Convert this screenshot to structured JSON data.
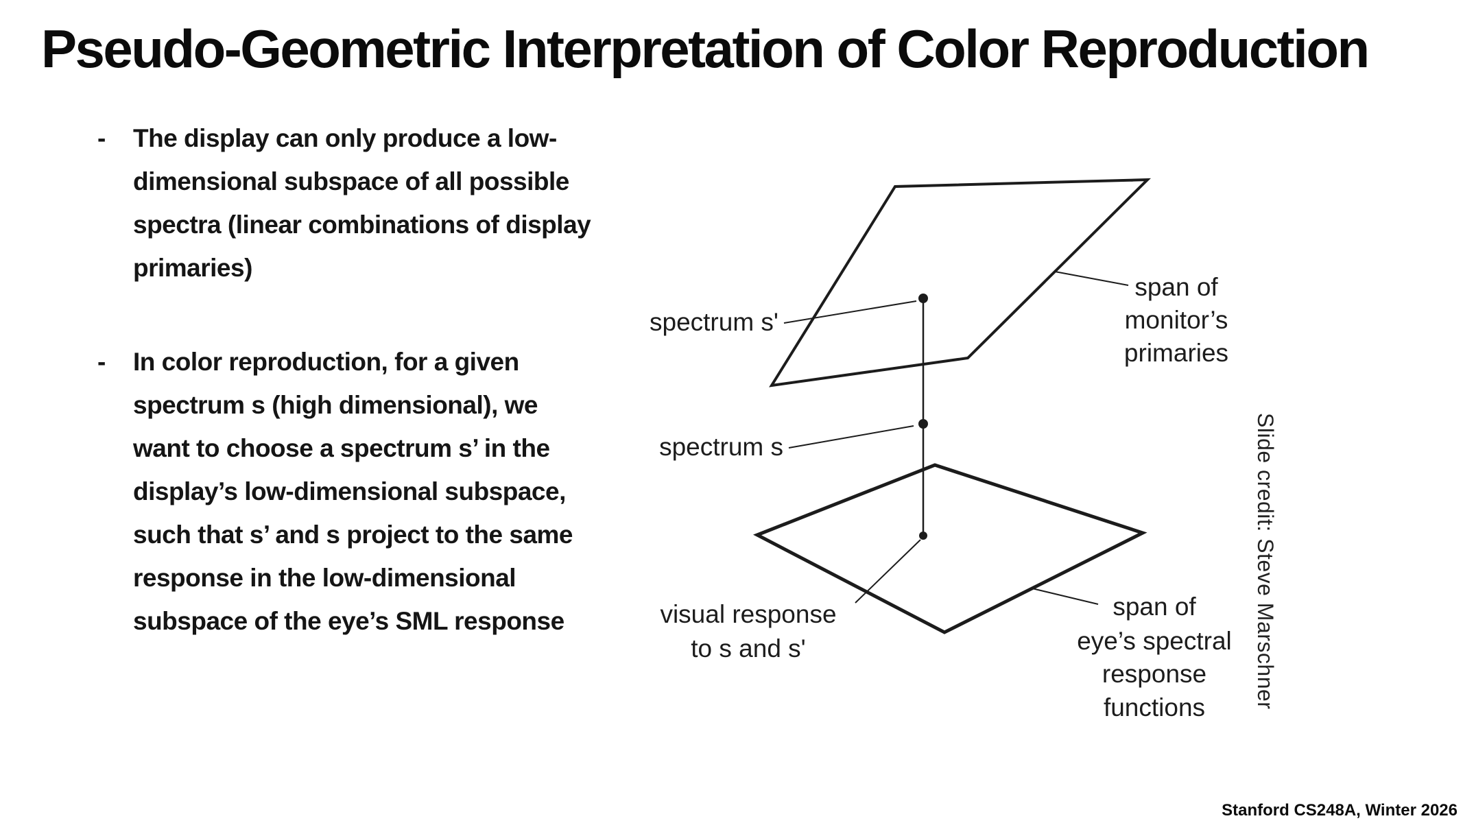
{
  "slide": {
    "title": "Pseudo-Geometric Interpretation of Color Reproduction",
    "bullet_marker": "-",
    "bullets": [
      "The display can only produce a low-dimensional subspace of all possible spectra (linear combinations of display primaries)",
      "In color reproduction, for a given spectrum s (high dimensional), we want to choose a spectrum s’ in the display’s low-dimensional subspace, such that s’ and s project to the same response in the low-dimensional subspace of the eye’s SML response"
    ],
    "credit": "Slide credit: Steve Marschner",
    "footer": "Stanford CS248A, Winter 2026"
  },
  "diagram": {
    "ink_color": "#1c1c1c",
    "labels": {
      "spectrum_s_prime": "spectrum s'",
      "spectrum_s": "spectrum s",
      "visual_response_1": "visual response",
      "visual_response_2": "to s and s'",
      "monitor_span_1": "span of",
      "monitor_span_2": "monitor’s",
      "monitor_span_3": "primaries",
      "eye_span_1": "span of",
      "eye_span_2": "eye’s spectral",
      "eye_span_3": "response",
      "eye_span_4": "functions"
    }
  }
}
